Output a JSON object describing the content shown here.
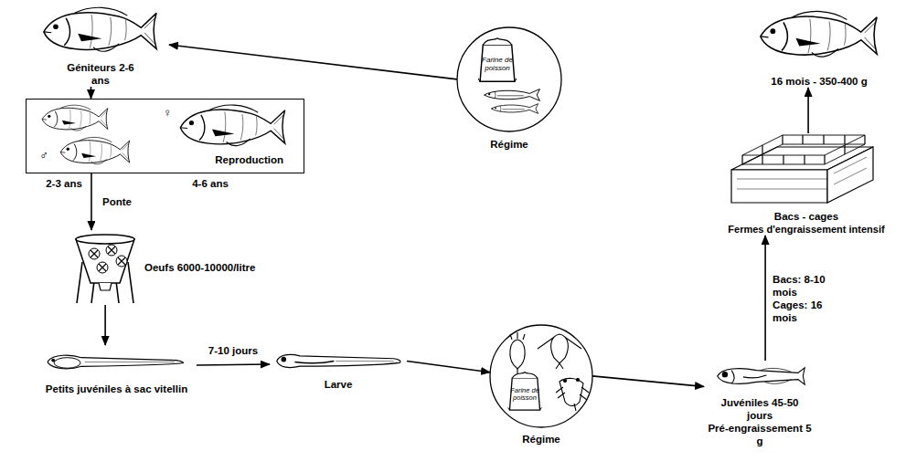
{
  "diagram": {
    "nodes": [
      {
        "text": [
          "Géniteurs 2-6 ans"
        ]
      },
      {
        "text": [
          "Reproduction"
        ]
      },
      {
        "text": [
          "Oeufs 6000-10000/litre"
        ]
      },
      {
        "text": [
          "Petits juvéniles à sac vitellin"
        ]
      },
      {
        "text": [
          "Larve"
        ]
      },
      {
        "text": [
          "Régime"
        ]
      },
      {
        "text": [
          "Juvéniles 45-50 jours",
          "Pré-engraissement 5 g"
        ]
      },
      {
        "text": [
          "Bacs - cages",
          "Fermes d'engraissement intensif"
        ]
      },
      {
        "text": [
          "16 mois - 350-400 g"
        ]
      },
      {
        "text": [
          "Régime"
        ]
      }
    ],
    "edges": [
      {
        "from": 9,
        "to": 0,
        "arrow": "to"
      },
      {
        "from": 0,
        "to": 1,
        "arrow": "to"
      },
      {
        "from": 1,
        "to": 2,
        "label": "Ponte",
        "arrow": "to"
      },
      {
        "from": 2,
        "to": 3,
        "arrow": "to"
      },
      {
        "from": 3,
        "to": 4,
        "label": "7-10 jours",
        "arrow": "to"
      },
      {
        "from": 4,
        "to": 5,
        "arrow": "to"
      },
      {
        "from": 5,
        "to": 6,
        "arrow": "to"
      },
      {
        "from": 6,
        "to": 7,
        "label": "Bacs: 8-10 mois Cages: 16 mois",
        "arrow": "to"
      },
      {
        "from": 7,
        "to": 8,
        "arrow": "to"
      }
    ],
    "labels": [
      "♂",
      "♀",
      "2-3 ans",
      "4-6 ans",
      "Farine de poisson",
      "Farine de poisson"
    ]
  }
}
